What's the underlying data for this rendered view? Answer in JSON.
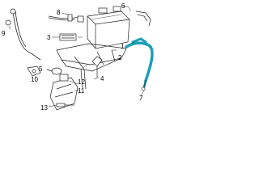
{
  "callouts": [
    {
      "id": "1",
      "text": "1"
    },
    {
      "id": "2",
      "text": "2"
    },
    {
      "id": "3",
      "text": "3"
    },
    {
      "id": "4",
      "text": "4"
    },
    {
      "id": "5",
      "text": "5"
    },
    {
      "id": "6",
      "text": "6"
    },
    {
      "id": "7",
      "text": "7"
    },
    {
      "id": "8",
      "text": "8"
    },
    {
      "id": "9",
      "text": "9"
    },
    {
      "id": "10",
      "text": "10"
    },
    {
      "id": "11",
      "text": "11"
    },
    {
      "id": "12",
      "text": "12"
    },
    {
      "id": "13",
      "text": "13"
    }
  ],
  "colors": {
    "line": "#222222",
    "highlight": "#1a9fb5",
    "highlight_dark": "#0f6e80",
    "background": "#ffffff"
  }
}
